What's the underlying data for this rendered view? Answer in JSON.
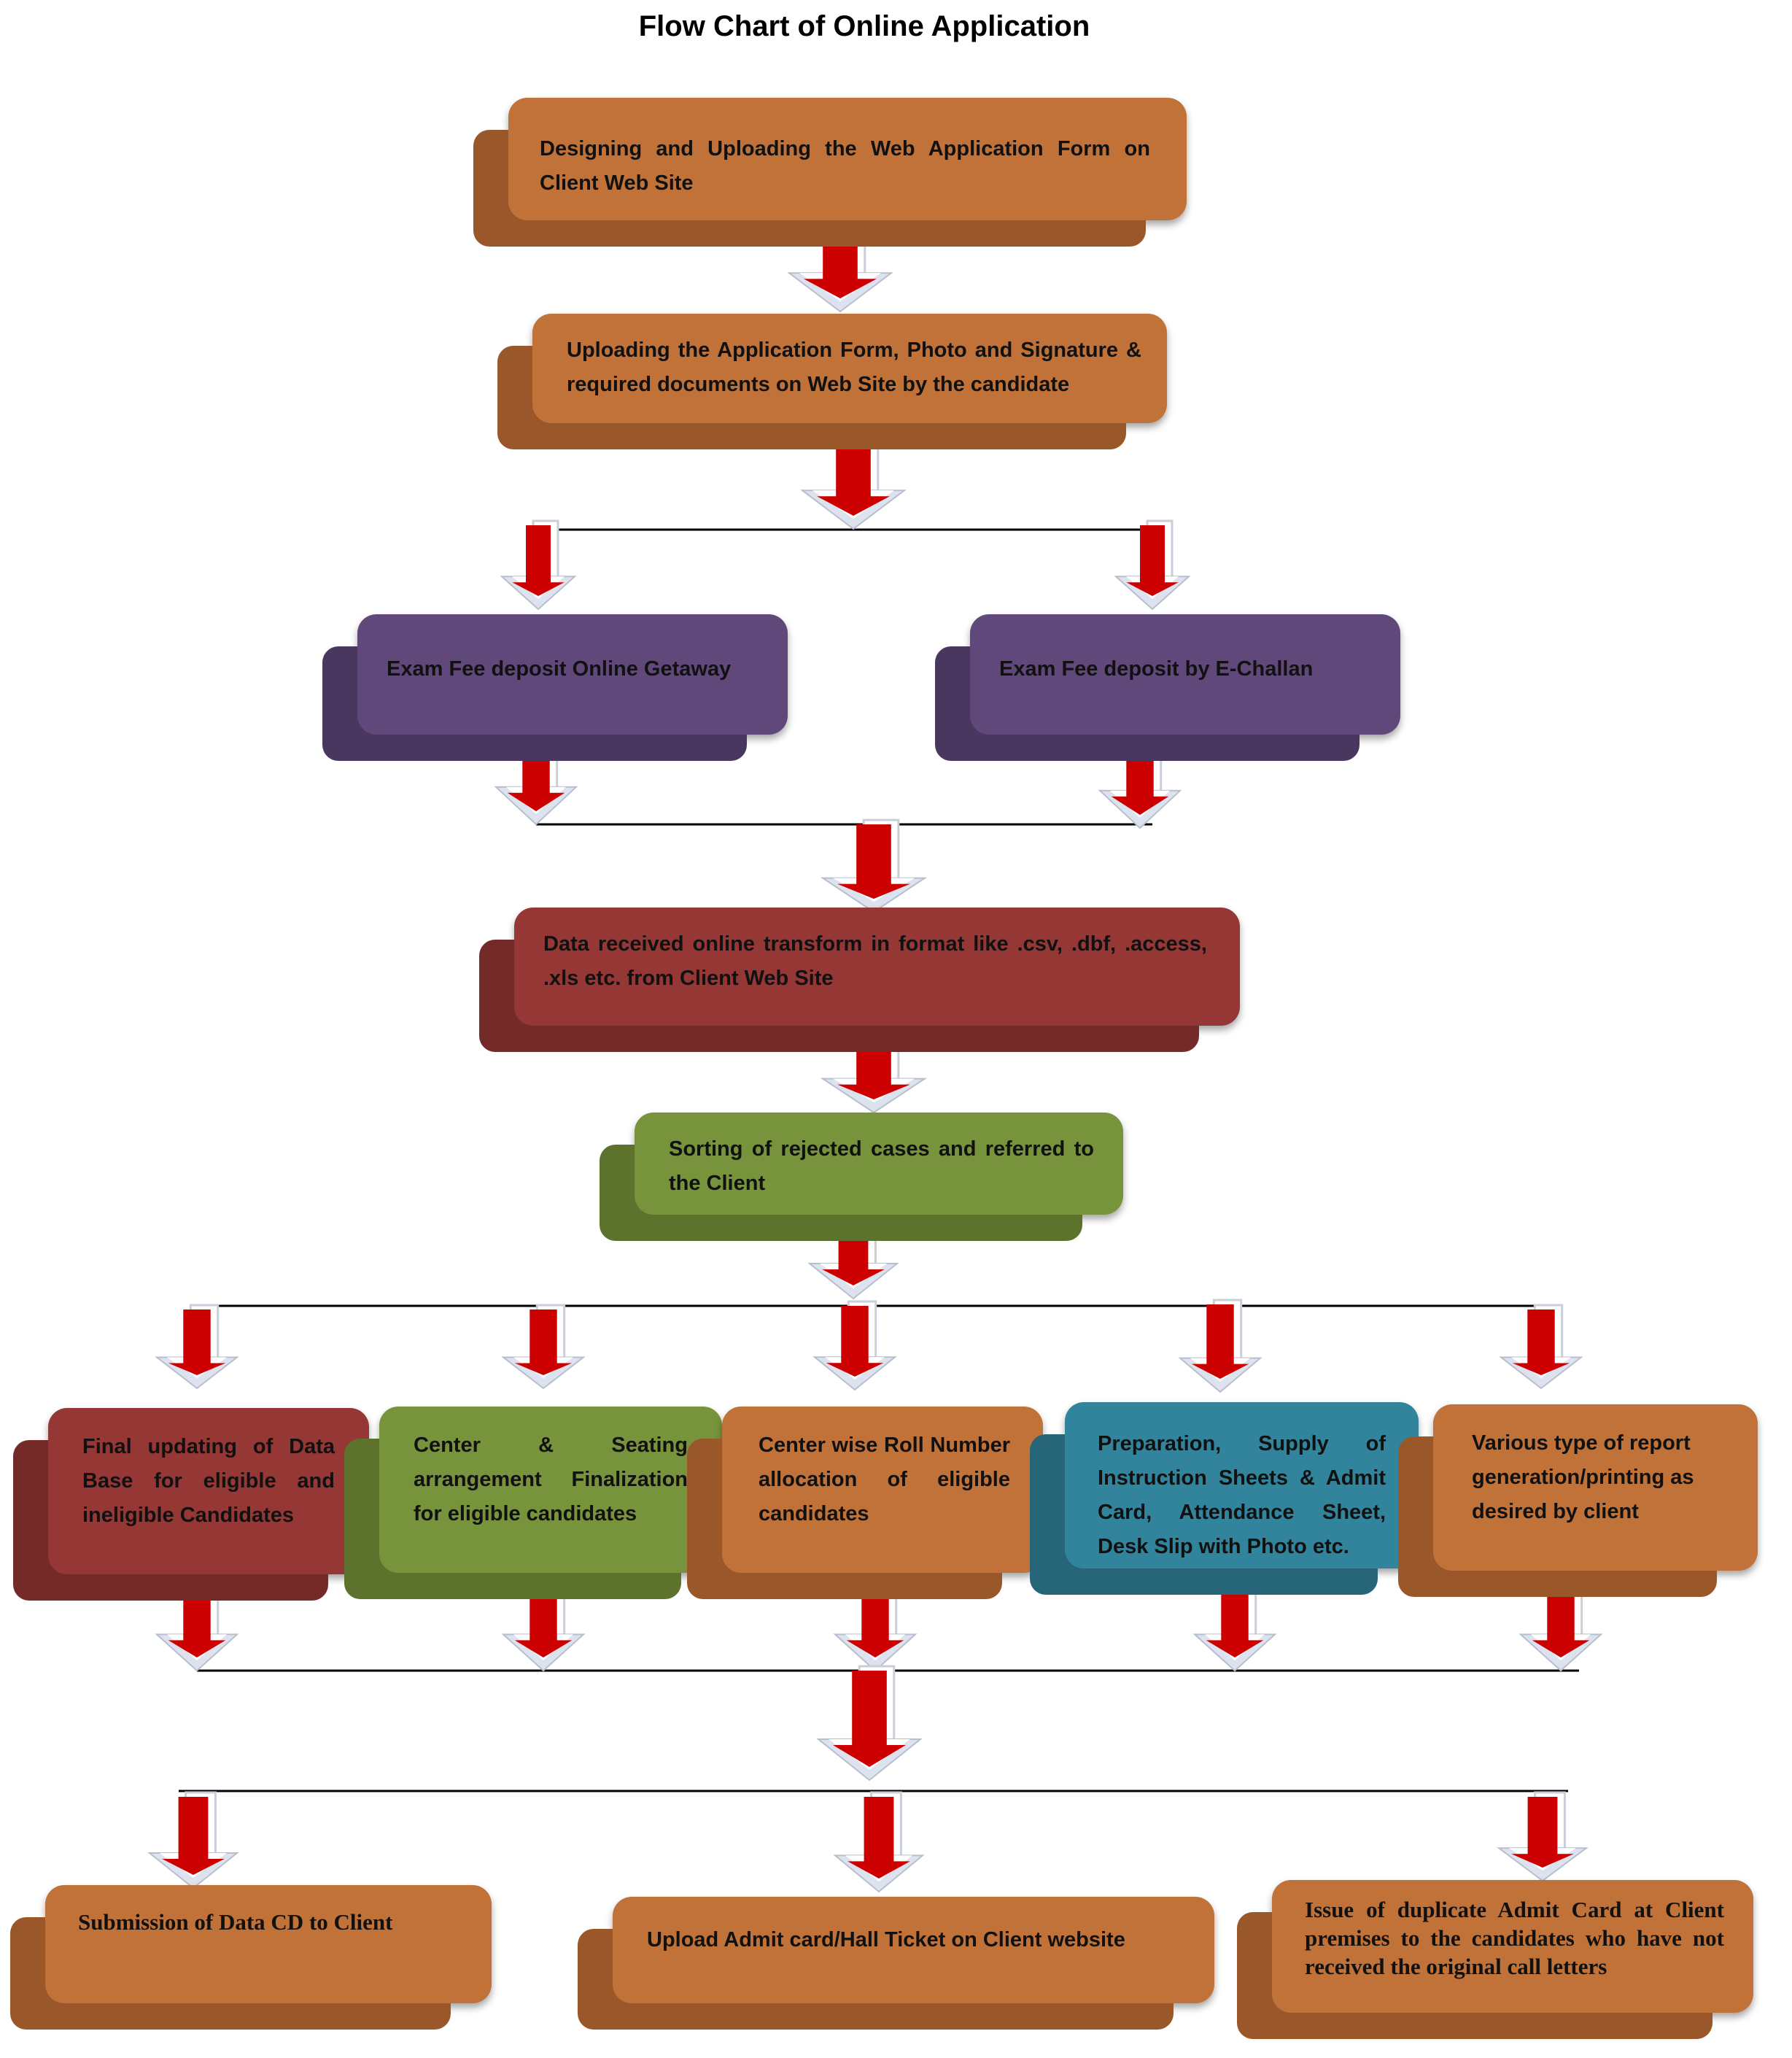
{
  "title": "Flow Chart of Online Application",
  "colors": {
    "orange": "#c17239",
    "orange_side": "#9a582a",
    "purple": "#60497a",
    "purple_side": "#4a3760",
    "maroon": "#953735",
    "maroon_side": "#742a29",
    "green": "#77933c",
    "green_side": "#5c722d",
    "teal": "#31849b",
    "teal_side": "#266678",
    "arrow": "#cc0000",
    "arrow_head": "#dde3ee"
  },
  "steps": {
    "design_upload": "Designing and Uploading the Web Application Form on Client Web Site",
    "candidate_upload": "Uploading the Application Form, Photo and Signature & required documents on Web Site by the candidate",
    "fee_online": "Exam Fee deposit Online Getaway",
    "fee_echallan": "Exam Fee deposit by E-Challan",
    "data_transform": "Data received online transform in format like .csv, .dbf, .access, .xls etc.  from Client Web Site",
    "sorting": "Sorting of rejected cases and referred to the  Client",
    "final_update": "Final updating of Data Base for eligible and ineligible Candidates",
    "center_seating": "Center & Seating arrangement Finalization for eligible candidates",
    "roll_number": "Center wise Roll Number allocation of eligible candidates",
    "preparation": "Preparation, Supply of Instruction Sheets & Admit Card, Attendance Sheet, Desk Slip with Photo etc.",
    "reports": "Various type of report generation/printing as desired by client",
    "submission_cd": "Submission of Data CD to Client",
    "upload_admit": "Upload Admit card/Hall Ticket on Client website",
    "duplicate_admit": "Issue of duplicate Admit Card at Client premises to the candidates who have not received the original call letters"
  }
}
